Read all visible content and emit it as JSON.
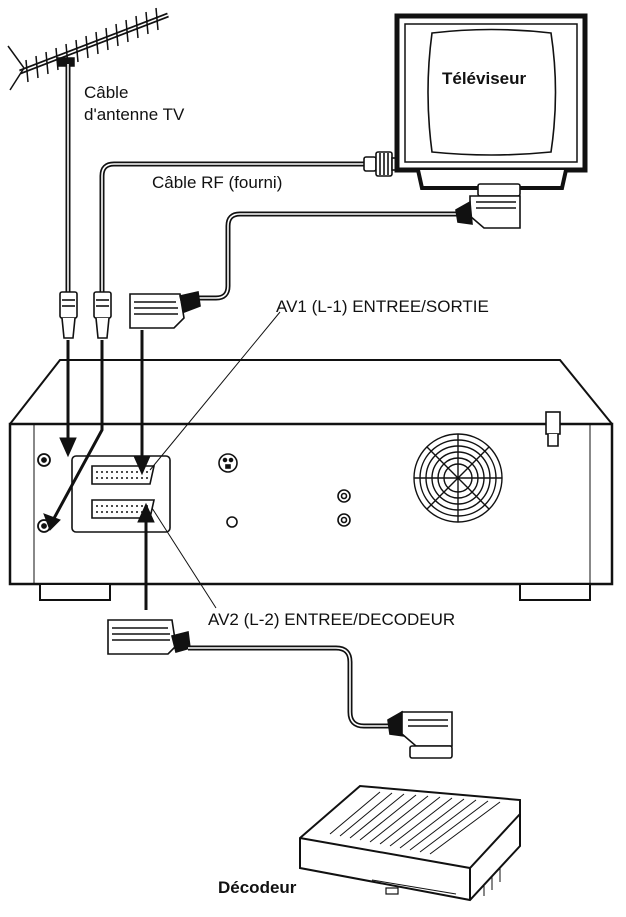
{
  "labels": {
    "antenna_cable": "Câble d'antenne TV",
    "antenna_cable_line1": "Câble",
    "antenna_cable_line2": "d'antenne TV",
    "rf_cable": "Câble RF (fourni)",
    "tv": "Téléviseur",
    "av1": "AV1 (L-1) ENTREE/SORTIE",
    "av2": "AV2 (L-2) ENTREE/DECODEUR",
    "decoder": "Décodeur"
  }
}
